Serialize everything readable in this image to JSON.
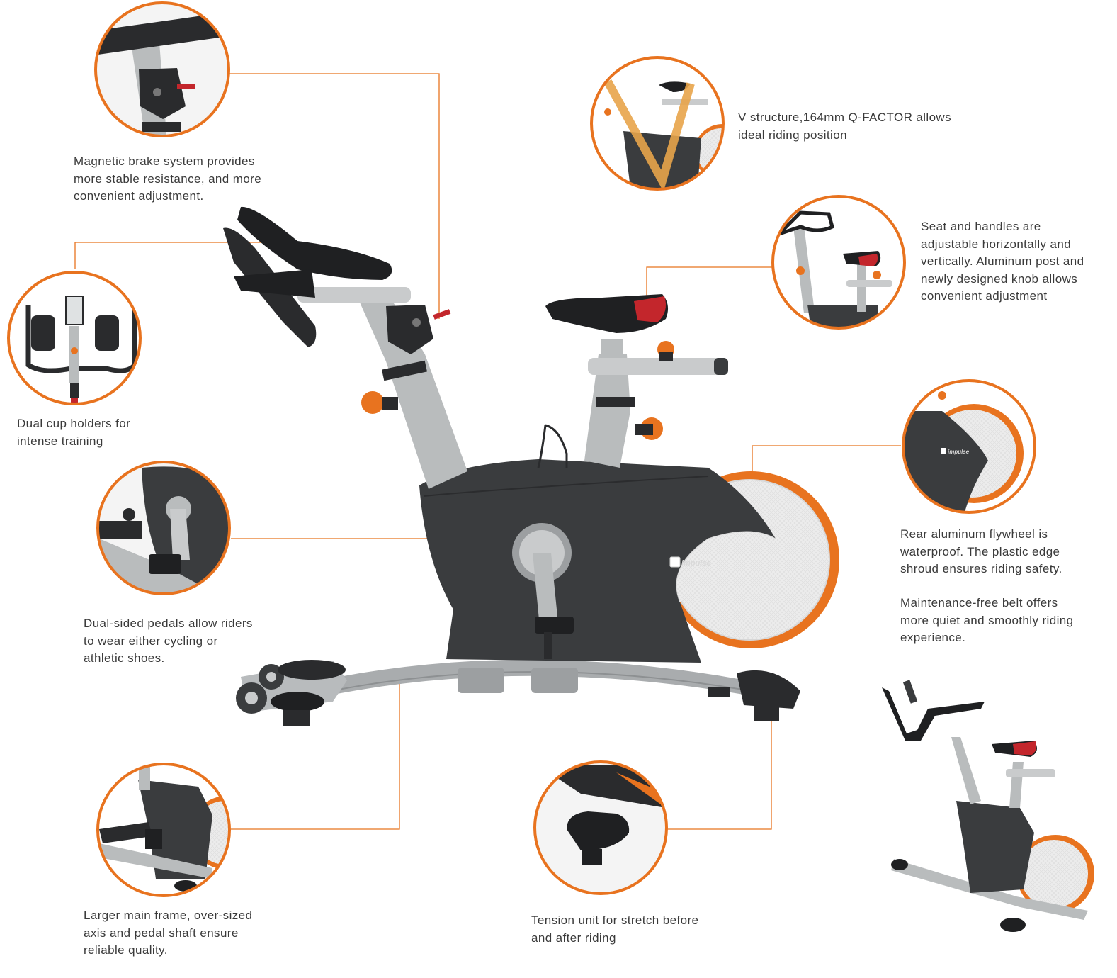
{
  "colors": {
    "accent": "#e8731f",
    "frame": "#b9bcbd",
    "body": "#3a3c3e",
    "text": "#3a3a3a",
    "saddle_red": "#c3262c"
  },
  "brand": "impulse",
  "features": [
    {
      "name": "magnetic-brake",
      "icon": "brake-detail-icon",
      "lines": [
        "Magnetic brake system provides",
        "more stable resistance, and more",
        "convenient adjustment."
      ]
    },
    {
      "name": "cup-holders",
      "icon": "cup-holder-detail-icon",
      "lines": [
        "Dual cup holders for",
        "intense training"
      ]
    },
    {
      "name": "pedals",
      "icon": "pedal-detail-icon",
      "lines": [
        "Dual-sided pedals allow riders",
        "to wear either cycling or",
        "athletic shoes."
      ]
    },
    {
      "name": "main-frame",
      "icon": "frame-detail-icon",
      "lines": [
        "Larger main frame, over-sized",
        "axis and pedal shaft ensure",
        "reliable quality."
      ]
    },
    {
      "name": "tension-unit",
      "icon": "tension-detail-icon",
      "lines": [
        "Tension unit for stretch before",
        "and after riding"
      ]
    },
    {
      "name": "v-structure",
      "icon": "v-structure-detail-icon",
      "lines": [
        "V structure,164mm Q-FACTOR allows",
        "ideal riding position"
      ]
    },
    {
      "name": "seat-handles",
      "icon": "seat-detail-icon",
      "lines": [
        "Seat and handles are",
        "adjustable horizontally and",
        "vertically. Aluminum post and",
        "newly designed knob allows",
        "convenient adjustment"
      ]
    },
    {
      "name": "flywheel",
      "icon": "flywheel-detail-icon",
      "lines": [
        "Rear aluminum flywheel is",
        "waterproof. The plastic edge",
        "shroud ensures riding safety."
      ]
    },
    {
      "name": "belt",
      "icon": "",
      "lines": [
        "Maintenance-free belt offers",
        "more quiet and smoothly riding",
        "experience."
      ]
    }
  ]
}
